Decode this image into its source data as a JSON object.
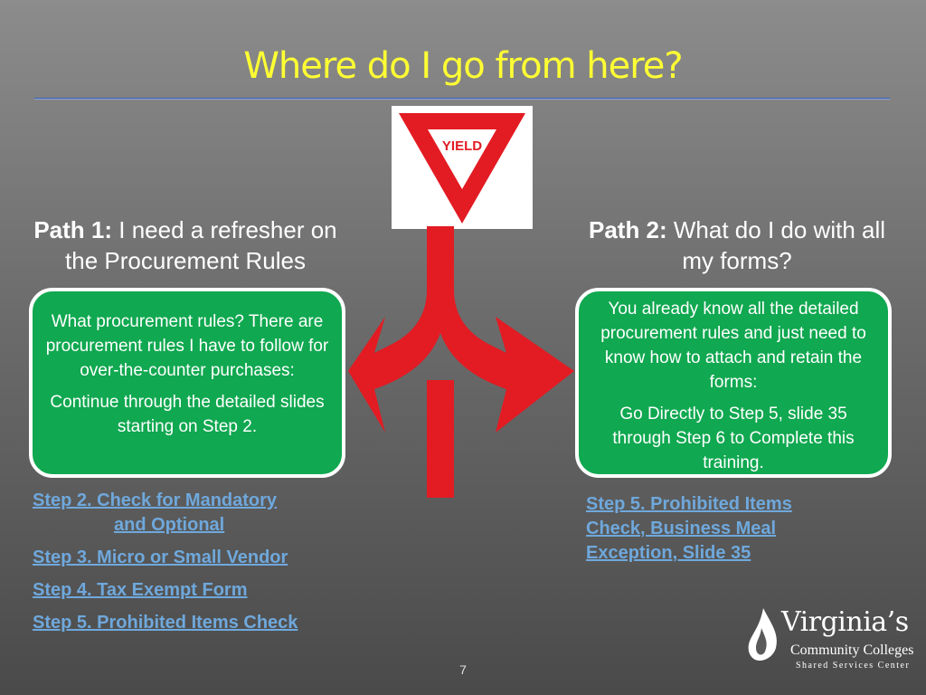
{
  "slide": {
    "title": "Where do I go from here?",
    "page_number": "7"
  },
  "sign": {
    "text": "YIELD",
    "icon": "yield-sign-icon",
    "red": "#e31b23"
  },
  "arrow": {
    "icon": "split-arrow-icon",
    "color": "#e31b23"
  },
  "path1": {
    "label_bold": "Path 1:",
    "label_rest": " I need a refresher on the Procurement Rules",
    "box_para1": "What procurement rules? There are procurement rules I have to follow for over-the-counter purchases:",
    "box_para2": "Continue through the detailed slides starting on Step 2."
  },
  "path2": {
    "label_bold": "Path 2:",
    "label_rest": " What do I do with all my  forms?",
    "box_para1": "You already know all the detailed procurement rules and just need to know how to attach and retain the forms:",
    "box_para2": "Go Directly to Step 5, slide 35 through Step 6 to Complete this training."
  },
  "links_left": [
    {
      "line1": "Step 2.  Check for Mandatory",
      "line2": "and Optional"
    },
    {
      "line1": "Step 3.  Micro or Small Vendor"
    },
    {
      "line1": "Step 4.  Tax Exempt Form"
    },
    {
      "line1": "Step 5.  Prohibited Items Check"
    }
  ],
  "links_right": [
    {
      "line1": "Step 5.  Prohibited Items",
      "line2": "Check, Business Meal",
      "line3": "Exception, Slide 35"
    }
  ],
  "logo": {
    "name": "Virginia’s",
    "sub": "Community Colleges",
    "sub2": "Shared Services Center",
    "icon": "flame-icon"
  },
  "colors": {
    "title": "#ffff33",
    "box_green": "#10a850",
    "link": "#6fa8dc"
  }
}
